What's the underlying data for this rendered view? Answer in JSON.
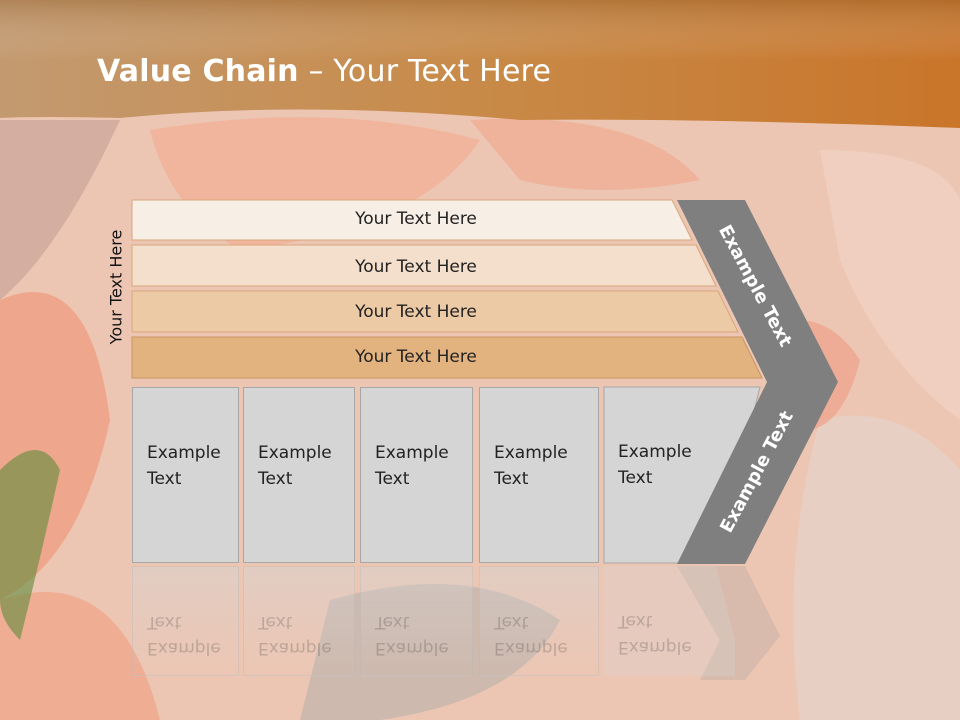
{
  "title": {
    "bold": "Value Chain",
    "rest": " – Your Text Here"
  },
  "vertical_label": "Your Text Here",
  "bars": [
    {
      "label": "Your Text Here"
    },
    {
      "label": "Your Text Here"
    },
    {
      "label": "Your Text Here"
    },
    {
      "label": "Your Text Here"
    }
  ],
  "boxes": [
    {
      "line1": "Example",
      "line2": "Text"
    },
    {
      "line1": "Example",
      "line2": "Text"
    },
    {
      "line1": "Example",
      "line2": "Text"
    },
    {
      "line1": "Example",
      "line2": "Text"
    },
    {
      "line1": "Example",
      "line2": "Text"
    }
  ],
  "chevron": {
    "upper": "Example Text",
    "lower": "Example Text"
  },
  "colors": {
    "header": "#c97a2d",
    "bar_fill_1": "#f7eee4",
    "bar_fill_4": "#e3b37f",
    "chevron": "#7f7f7f",
    "box": "#d5d5d5"
  }
}
